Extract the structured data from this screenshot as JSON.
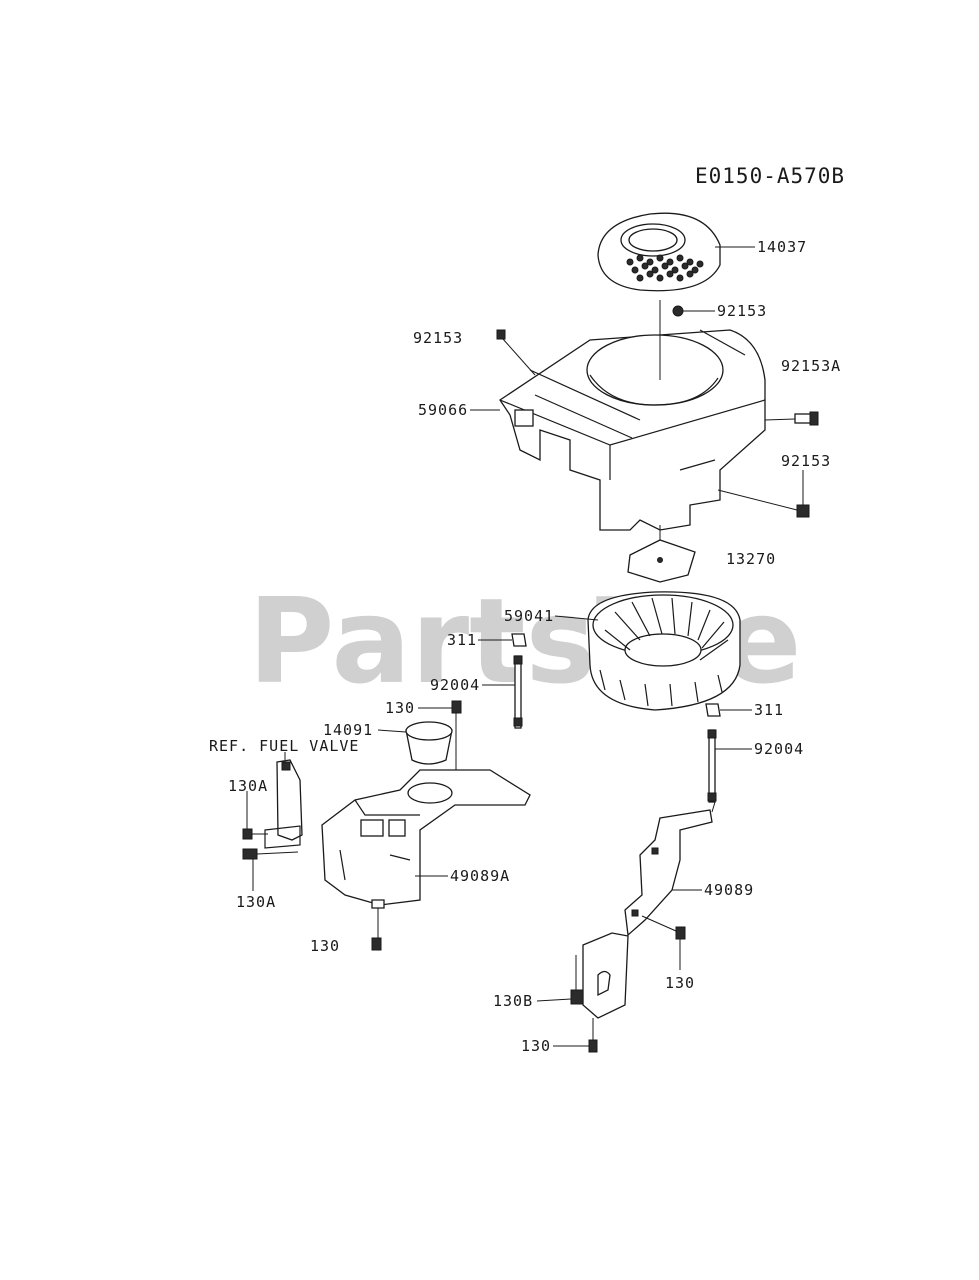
{
  "diagram_code": "E0150-A570B",
  "watermark": "PartsTre",
  "ref_note": "REF. FUEL VALVE",
  "parts": {
    "p14037": "14037",
    "p92153_top": "92153",
    "p92153_left": "92153",
    "p92153A": "92153A",
    "p59066": "59066",
    "p92153_right": "92153",
    "p13270": "13270",
    "p59041": "59041",
    "p311_left": "311",
    "p92004_left": "92004",
    "p130_top": "130",
    "p14091": "14091",
    "p130A_top": "130A",
    "p130A_bottom": "130A",
    "p49089A": "49089A",
    "p130_left": "130",
    "p311_right": "311",
    "p92004_right": "92004",
    "p49089": "49089",
    "p130_right": "130",
    "p130B": "130B",
    "p130_bottom": "130"
  }
}
